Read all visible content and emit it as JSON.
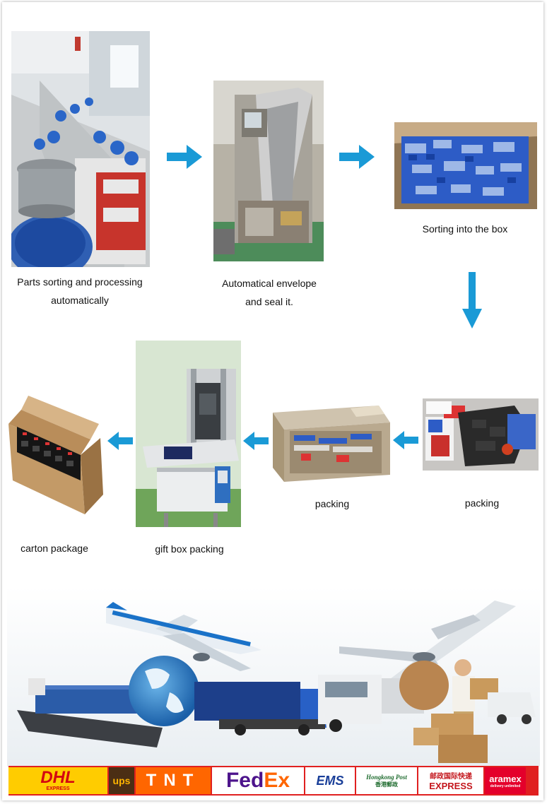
{
  "steps": [
    {
      "caption_lines": [
        "Parts sorting and processing",
        "automatically"
      ]
    },
    {
      "caption_lines": [
        "Automatical envelope",
        "and seal it."
      ]
    },
    {
      "caption_lines": [
        "Sorting into the box"
      ]
    },
    {
      "caption_lines": [
        "packing"
      ]
    },
    {
      "caption_lines": [
        "packing"
      ]
    },
    {
      "caption_lines": [
        "gift box packing"
      ]
    },
    {
      "caption_lines": [
        "carton package"
      ]
    }
  ],
  "couriers": {
    "dhl": "DHL",
    "dhl_sub": "EXPRESS",
    "ups": "ups",
    "tnt": "TNT",
    "fedex_a": "Fed",
    "fedex_b": "Ex",
    "ems": "EMS",
    "hkpost": "Hongkong Post",
    "hkpost_cn": "香港郵政",
    "cn_express": "邮政国际快递",
    "express": "EXPRESS",
    "aramex": "aramex",
    "aramex_sub": "delivery unlimited"
  },
  "colors": {
    "arrow": "#1a9ad6",
    "strip": "#e02020"
  }
}
